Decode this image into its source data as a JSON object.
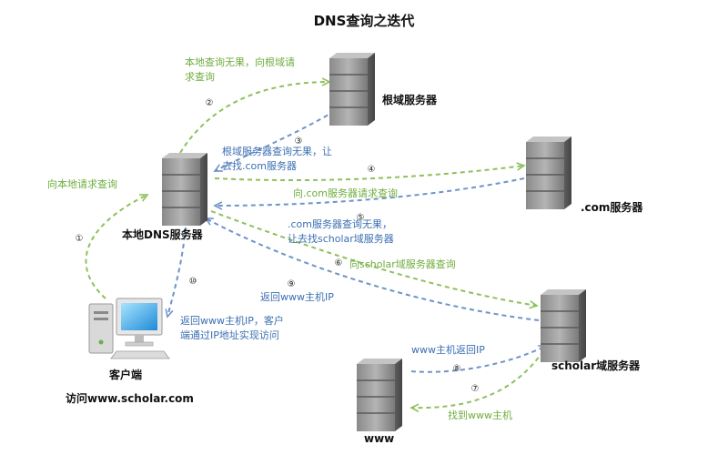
{
  "title": "DNS查询之迭代",
  "nodes": {
    "root": "根域服务器",
    "local_dns": "本地DNS服务器",
    "com": ".com服务器",
    "scholar": "scholar域服务器",
    "www": "www",
    "client": "客户端",
    "client_visit": "访问www.scholar.com"
  },
  "steps": [
    "①",
    "②",
    "③",
    "④",
    "⑤",
    "⑥",
    "⑦",
    "⑧",
    "⑨",
    "⑩"
  ],
  "labels": {
    "ask_local": "向本地请求查询",
    "local_fail_line1": "本地查询无果，向根域请",
    "local_fail_line2": "求查询",
    "root_reply_line1": "根域服务器查询无果，让",
    "root_reply_line2": "去找.com服务器",
    "ask_com": "向.com服务器请求查询",
    "com_reply_line1": ".com服务器查询无果，",
    "com_reply_line2": "让去找scholar域服务器",
    "ask_scholar": "向scholar域服务器查询",
    "find_www": "找到www主机",
    "www_return_ip": "www主机返回IP",
    "return_www_ip": "返回www主机IP",
    "client_final_line1": "返回www主机IP，客户",
    "client_final_line2": "端通过IP地址实现访问"
  },
  "colors": {
    "request_arrow": "#8cc15a",
    "response_arrow": "#6f93c9",
    "request_text": "#6fad3e",
    "response_text": "#3c6fb2",
    "server_body": "#7f7f7f"
  },
  "icons": [
    "server-icon",
    "computer-icon"
  ]
}
